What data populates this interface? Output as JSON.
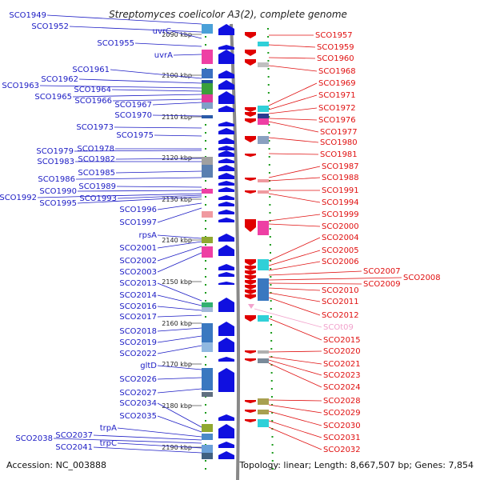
{
  "title": "Streptomyces coelicolor A3(2), complete genome",
  "accession_text": "Accession: NC_003888",
  "summary_text": "Topology: linear; Length: 8,667,507 bp; Genes: 7,854",
  "colors": {
    "forward_gene": "#1010e0",
    "reverse_gene": "#e00000",
    "rna_gene": "#f2a2cc",
    "left_label": "#1b1bc4",
    "right_label": "#e01010",
    "backbone": "#888888"
  },
  "kbp_ticks": [
    "2090 kbp",
    "2100 kbp",
    "2110 kbp",
    "2120 kbp",
    "2130 kbp",
    "2140 kbp",
    "2150 kbp",
    "2160 kbp",
    "2170 kbp",
    "2180 kbp",
    "2190 kbp"
  ],
  "left_labels": [
    "SCO1949",
    "SCO1952",
    "uvrC",
    "SCO1955",
    "uvrA",
    "SCO1961",
    "SCO1962",
    "SCO1963",
    "SCO1964",
    "SCO1965",
    "SCO1966",
    "SCO1967",
    "SCO1970",
    "SCO1973",
    "SCO1975",
    "SCO1978",
    "SCO1979",
    "SCO1982",
    "SCO1983",
    "SCO1985",
    "SCO1986",
    "SCO1989",
    "SCO1990",
    "SCO1992",
    "SCO1993",
    "SCO1995",
    "SCO1996",
    "SCO1997",
    "rpsA",
    "SCO2001",
    "SCO2002",
    "SCO2003",
    "SCO2013",
    "SCO2014",
    "SCO2016",
    "SCO2017",
    "SCO2018",
    "SCO2019",
    "SCO2022",
    "gltD",
    "SCO2026",
    "SCO2027",
    "SCO2034",
    "SCO2035",
    "trpA",
    "SCO2037",
    "SCO2038",
    "trpC",
    "SCO2041"
  ],
  "right_labels": [
    "SCO1957",
    "SCO1959",
    "SCO1960",
    "SCO1968",
    "SCO1969",
    "SCO1971",
    "SCO1972",
    "SCO1976",
    "SCO1977",
    "SCO1980",
    "SCO1981",
    "SCO1987",
    "SCO1988",
    "SCO1991",
    "SCO1994",
    "SCO1999",
    "SCO2000",
    "SCO2004",
    "SCO2005",
    "SCO2006",
    "SCO2007",
    "SCO2008",
    "SCO2009",
    "SCO2010",
    "SCO2011",
    "SCO2012",
    "SCOt09",
    "SCO2015",
    "SCO2020",
    "SCO2021",
    "SCO2023",
    "SCO2024",
    "SCO2028",
    "SCO2029",
    "SCO2030",
    "SCO2031",
    "SCO2032"
  ]
}
